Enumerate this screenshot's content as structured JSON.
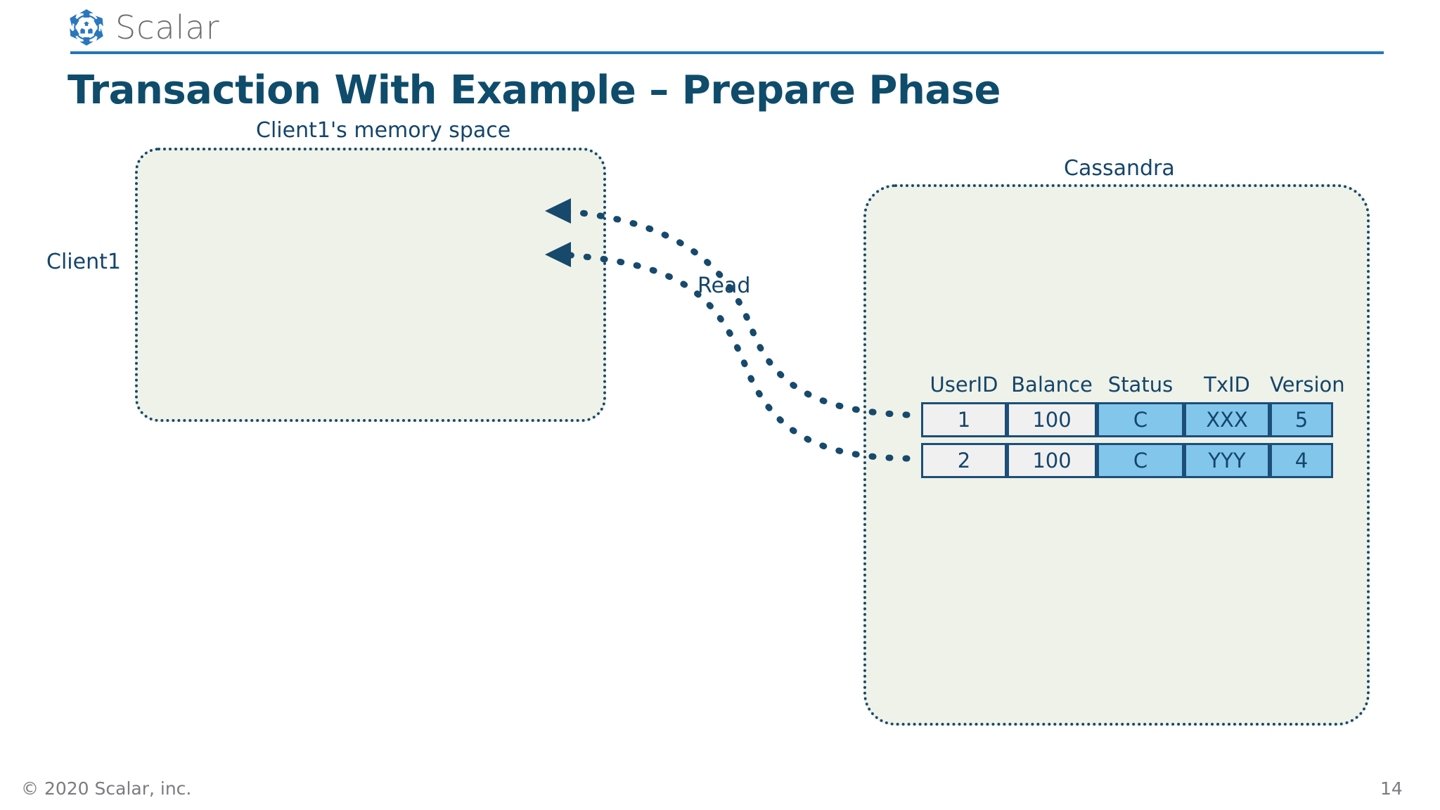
{
  "brand": {
    "logo_icon": "scalar-hexagon-arrows-icon",
    "wordmark": "Scalar",
    "accent_color": "#2476b8",
    "logo_color": "#2a77bd"
  },
  "title": "Transaction With Example – Prepare Phase",
  "title_color": "#0f4c6b",
  "diagram": {
    "client_label": "Client1",
    "client_memory_label": "Client1's memory space",
    "cassandra_label": "Cassandra",
    "operation_label": "Read",
    "box_fill_color": "#eff2e8",
    "box_border_color": "#17496c",
    "arrow_color": "#17496c",
    "arrow_count": 2,
    "arrow_direction": "right-to-left"
  },
  "table": {
    "columns": [
      "UserID",
      "Balance",
      "Status",
      "TxID",
      "Version"
    ],
    "highlighted_columns": [
      "Status",
      "TxID",
      "Version"
    ],
    "highlight_color": "#82c6ec",
    "cell_fill_color": "#f1f0f0",
    "cell_border_color": "#1c4e78",
    "rows": [
      {
        "UserID": "1",
        "Balance": "100",
        "Status": "C",
        "TxID": "XXX",
        "Version": "5"
      },
      {
        "UserID": "2",
        "Balance": "100",
        "Status": "C",
        "TxID": "YYY",
        "Version": "4"
      }
    ]
  },
  "footer": {
    "copyright": "© 2020 Scalar, inc.",
    "page_number": "14"
  }
}
